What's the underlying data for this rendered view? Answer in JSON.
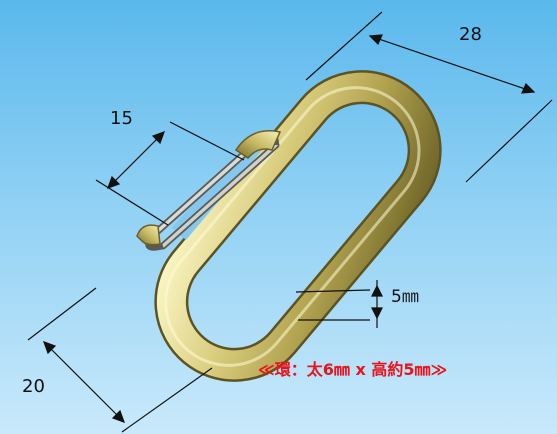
{
  "dimensions": {
    "length": "28",
    "gate": "15",
    "width": "20",
    "thickness": "5㎜"
  },
  "note": "≪環：太6㎜ x 高約5㎜≫",
  "colors": {
    "background_top": "#5ab8ec",
    "background_bottom": "#c9e9fb",
    "metal_light": "#f2efb4",
    "metal_mid": "#c9bf6a",
    "metal_dark": "#6f6428",
    "note_red": "#e8141c"
  }
}
